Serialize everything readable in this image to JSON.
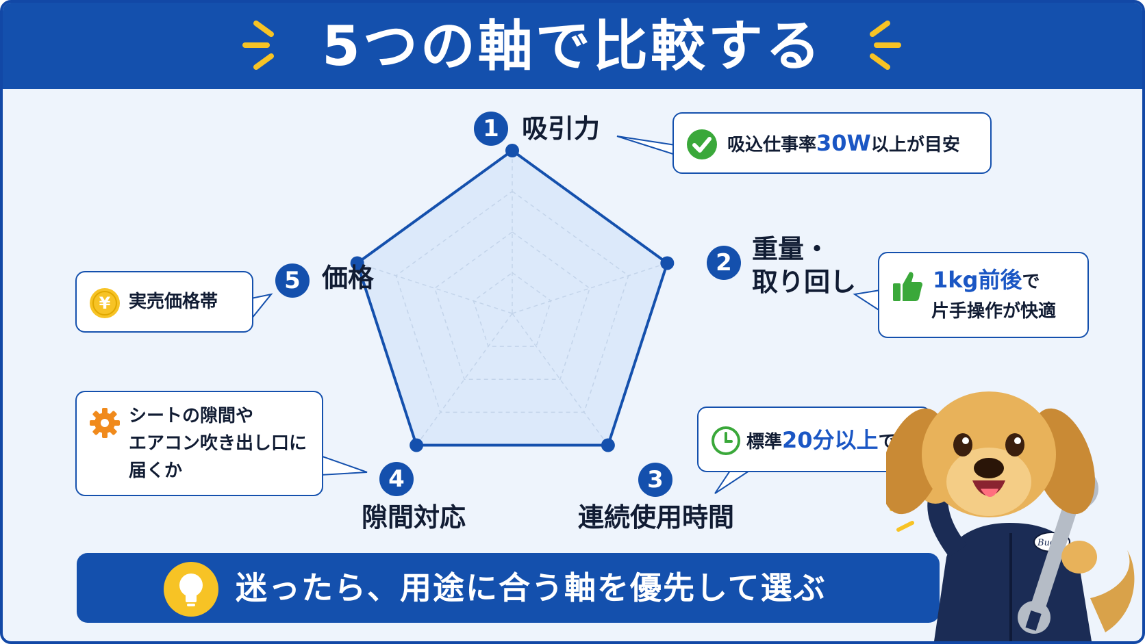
{
  "title": "5つの軸で比較する",
  "chart_data": {
    "type": "radar",
    "axes": [
      {
        "number": "1",
        "label": "吸引力"
      },
      {
        "number": "2",
        "label_lines": [
          "重量・",
          "取り回し"
        ]
      },
      {
        "number": "3",
        "label": "連続使用時間"
      },
      {
        "number": "4",
        "label": "隙間対応"
      },
      {
        "number": "5",
        "label": "価格"
      }
    ],
    "grid_levels": 4,
    "values": [
      1,
      1,
      1,
      1,
      1
    ],
    "max": 1
  },
  "callouts": {
    "suction": {
      "pre": "吸込仕事率",
      "highlight": "30W",
      "post": "以上が目安",
      "icon": "check-circle-icon"
    },
    "weight": {
      "highlight": "1kg前後",
      "post": "で",
      "line2": "片手操作が快適",
      "icon": "thumbs-up-icon"
    },
    "runtime": {
      "pre": "標準",
      "highlight": "20分以上",
      "post": "で安心",
      "icon": "clock-icon"
    },
    "gap": {
      "lines": [
        "シートの隙間や",
        "エアコン吹き出し口に",
        "届くか"
      ],
      "icon": "gear-icon"
    },
    "price": {
      "text": "実売価格帯",
      "icon": "yen-coin-icon"
    }
  },
  "bottom_banner": {
    "text": "迷ったら、用途に合う軸を優先して選ぶ",
    "icon": "lightbulb-icon"
  },
  "mascot": {
    "badge": "Buddy",
    "icon": "wrench-icon"
  },
  "colors": {
    "primary": "#1450ad",
    "accent_yellow": "#f7c325",
    "check_green": "#3aa83a",
    "gear_orange": "#f08a1c",
    "background": "#eef4fc"
  }
}
